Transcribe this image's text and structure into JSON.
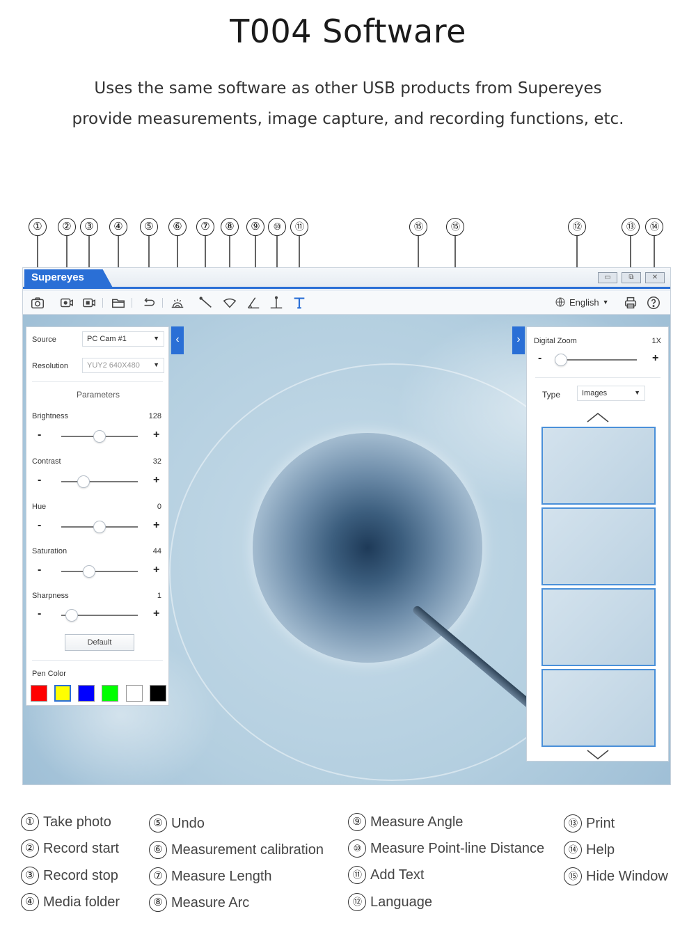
{
  "header": {
    "title": "T004 Software",
    "line1": "Uses the same software as other USB products from Supereyes",
    "line2": "provide measurements, image capture, and recording functions, etc."
  },
  "callouts": [
    "①",
    "②",
    "③",
    "④",
    "⑤",
    "⑥",
    "⑦",
    "⑧",
    "⑨",
    "⑩",
    "⑪",
    "⑮",
    "⑮",
    "⑫",
    "⑬",
    "⑭"
  ],
  "window": {
    "brand": "Supereyes",
    "minimize_icon": "minimize-icon",
    "restore_icon": "restore-icon",
    "close_icon": "close-icon",
    "language": "English",
    "accent": "#2a6fd6"
  },
  "toolbar_icons": [
    "camera-icon",
    "record-start-icon",
    "record-stop-icon",
    "folder-icon",
    "undo-icon",
    "calibration-icon",
    "line-icon",
    "arc-icon",
    "angle-icon",
    "point-line-icon",
    "text-icon",
    "globe-icon",
    "print-icon",
    "help-icon"
  ],
  "left_panel": {
    "source_label": "Source",
    "source_value": "PC Cam #1",
    "resolution_label": "Resolution",
    "resolution_value": "YUY2 640X480",
    "parameters_title": "Parameters",
    "params": [
      {
        "label": "Brightness",
        "value": "128",
        "level": 0.5
      },
      {
        "label": "Contrast",
        "value": "32",
        "level": 0.25
      },
      {
        "label": "Hue",
        "value": "0",
        "level": 0.5
      },
      {
        "label": "Saturation",
        "value": "44",
        "level": 0.34
      },
      {
        "label": "Sharpness",
        "value": "1",
        "level": 0.06
      }
    ],
    "minus": "-",
    "plus": "+",
    "default_button": "Default",
    "pen_color_label": "Pen Color",
    "pen_colors": [
      "#ff0000",
      "#ffff00",
      "#0000ff",
      "#00ff00",
      "#ffffff",
      "#000000"
    ]
  },
  "right_panel": {
    "zoom_label": "Digital Zoom",
    "zoom_value": "1X",
    "zoom_level": 0.0,
    "type_label": "Type",
    "type_value": "Images"
  },
  "legend": [
    {
      "num": "①",
      "text": "Take photo"
    },
    {
      "num": "②",
      "text": "Record start"
    },
    {
      "num": "③",
      "text": "Record stop"
    },
    {
      "num": "④",
      "text": "Media folder"
    },
    {
      "num": "⑤",
      "text": "Undo"
    },
    {
      "num": "⑥",
      "text": "Measurement calibration"
    },
    {
      "num": "⑦",
      "text": "Measure Length"
    },
    {
      "num": "⑧",
      "text": "Measure Arc"
    },
    {
      "num": "⑨",
      "text": "Measure Angle"
    },
    {
      "num": "⑩",
      "text": "Measure Point-line Distance"
    },
    {
      "num": "⑪",
      "text": "Add Text"
    },
    {
      "num": "⑫",
      "text": "Language"
    },
    {
      "num": "⑬",
      "text": "Print"
    },
    {
      "num": "⑭",
      "text": "Help"
    },
    {
      "num": "⑮",
      "text": "Hide Window"
    }
  ]
}
